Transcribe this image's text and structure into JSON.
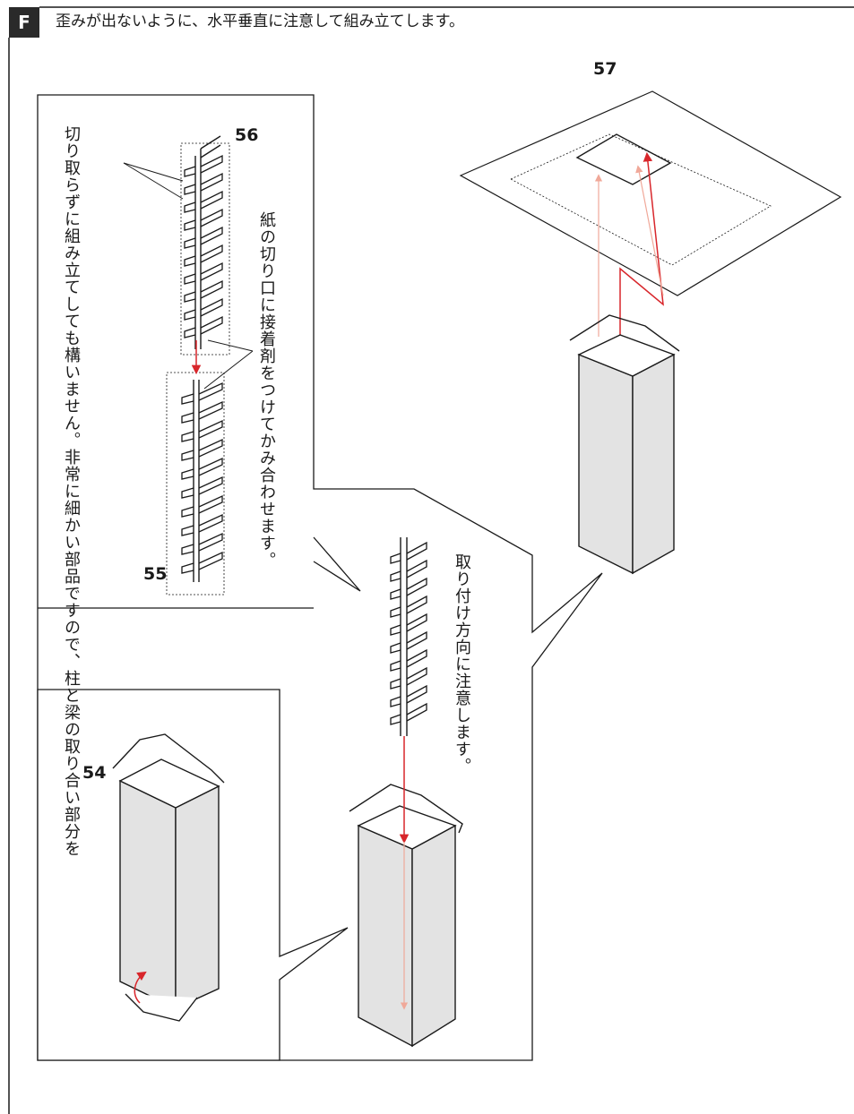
{
  "header": {
    "step_letter": "F",
    "instruction": "歪みが出ないように、水平垂直に注意して組み立てします。"
  },
  "notes": {
    "fine_parts_line1": "非常に細かい部品ですので、柱と梁の取り合い部分を",
    "fine_parts_line2": "切り取らずに組み立てしても構いません。",
    "glue_note": "紙の切り口に接着剤をつけてかみ合わせます。",
    "orientation_note": "取り付け方向に注意します。"
  },
  "parts": {
    "p54": "54",
    "p55": "55",
    "p56": "56",
    "p57": "57"
  },
  "colors": {
    "line": "#1a1a1a",
    "column_fill": "#e3e3e3",
    "arrow_red": "#d8262b",
    "arrow_pink": "#f0a899"
  }
}
